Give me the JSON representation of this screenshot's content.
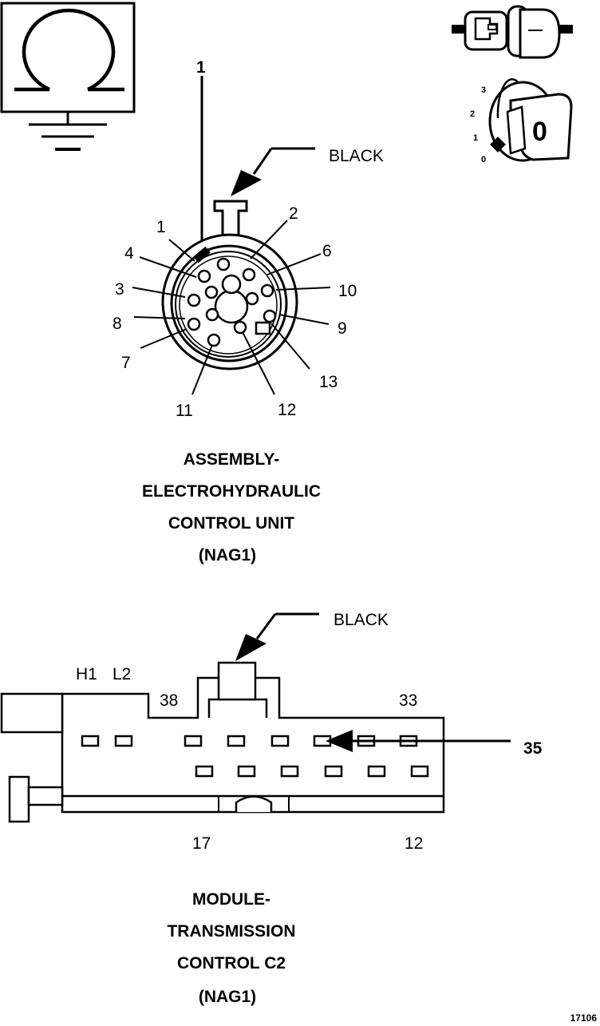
{
  "ecu": {
    "arrow_pin_label": "1",
    "color_label": "BLACK",
    "pins": [
      "1",
      "2",
      "4",
      "6",
      "3",
      "10",
      "8",
      "9",
      "7",
      "13",
      "11",
      "12"
    ],
    "caption": [
      "ASSEMBLY-",
      "ELECTROHYDRAULIC",
      "CONTROL UNIT",
      "(NAG1)"
    ]
  },
  "tcm": {
    "color_label": "BLACK",
    "pin_labels": {
      "h1": "H1",
      "l2": "L2",
      "p38": "38",
      "p33": "33",
      "p35": "35",
      "p17": "17",
      "p12": "12"
    },
    "caption": [
      "MODULE-",
      "TRANSMISSION",
      "CONTROL C2",
      "(NAG1)"
    ]
  },
  "ignition": {
    "positions": [
      "3",
      "2",
      "1",
      "0"
    ],
    "key_letter": "0"
  },
  "figure_number": "17106",
  "icons": [
    "ohmmeter-ground-icon",
    "connector-plug-icon",
    "ignition-switch-icon"
  ]
}
